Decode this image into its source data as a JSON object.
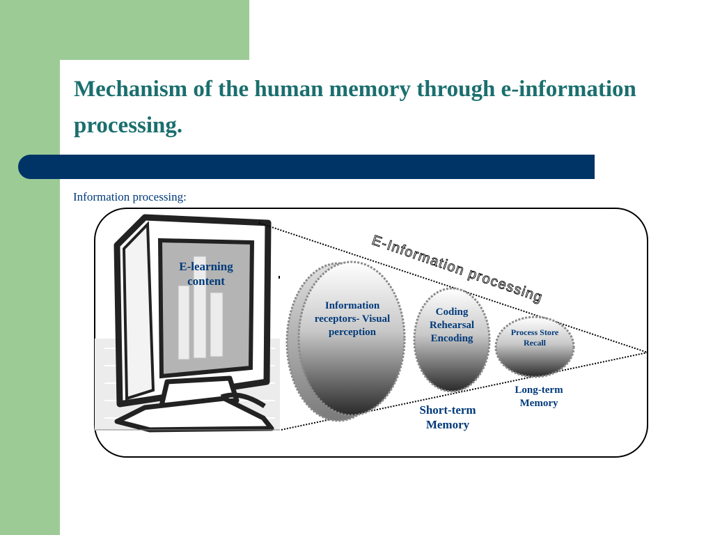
{
  "slide": {
    "title": "Mechanism of the human memory through e-information processing.",
    "subtitle": "Information processing:"
  },
  "diagram": {
    "computer_label": "E-learning content",
    "banner": "E-Information processing",
    "circles": [
      "Information receptors- Visual perception",
      "Coding Rehearsal Encoding",
      "Process Store Recall"
    ],
    "short_term": "Short-term Memory",
    "long_term": "Long-term Memory"
  },
  "colors": {
    "green": "#9ccb95",
    "bar_blue": "#003467",
    "title_teal": "#1b6f6e",
    "text_navy": "#003a7a"
  }
}
